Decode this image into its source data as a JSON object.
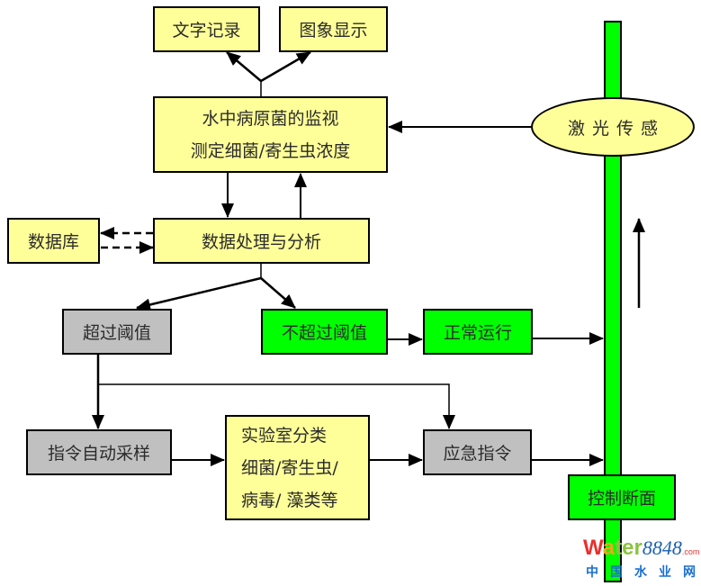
{
  "colors": {
    "yellow": "#ffff99",
    "gray": "#c0c0c0",
    "green": "#00ff00",
    "border": "#000000"
  },
  "nodes": {
    "text_record": "文字记录",
    "image_display": "图象显示",
    "monitoring": [
      "水中病原菌的监视",
      "测定细菌/寄生虫浓度"
    ],
    "database": "数据库",
    "data_processing": "数据处理与分析",
    "exceed_threshold": "超过阈值",
    "not_exceed_threshold": "不超过阈值",
    "normal_operation": "正常运行",
    "laser_sensor": "激光传感",
    "auto_sampling": "指令自动采样",
    "lab_classification": [
      "实验室分类",
      "细菌/寄生虫/",
      "病毒/ 藻类等"
    ],
    "emergency_command": "应急指令",
    "control_section": "控制断面"
  },
  "watermark": {
    "brand_w": "W",
    "brand_a": "a",
    "brand_ter": "ter",
    "brand_num": "8848",
    "brand_com": ".com",
    "subtitle": "中国水业网"
  }
}
